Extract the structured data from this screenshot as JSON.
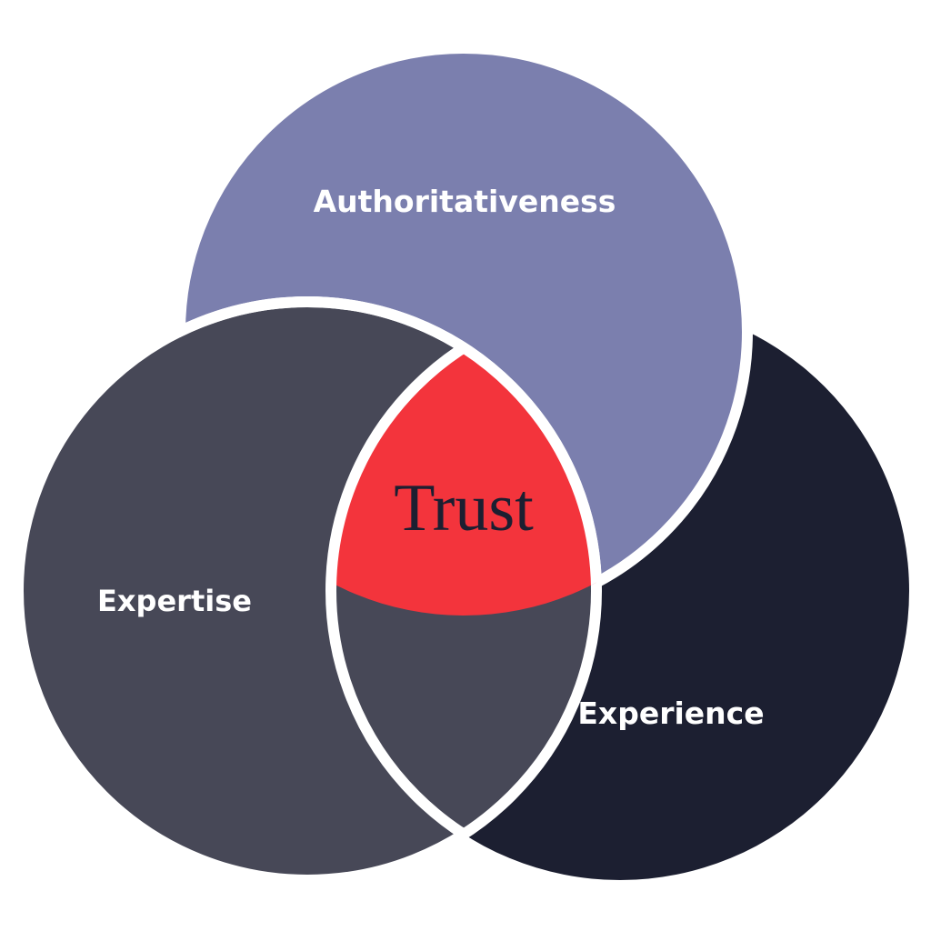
{
  "diagram": {
    "circles": [
      {
        "label": "Authoritativeness",
        "color": "#7b7fae"
      },
      {
        "label": "Expertise",
        "color": "#474857"
      },
      {
        "label": "Experience",
        "color": "#1c1f31"
      }
    ],
    "center": {
      "label": "Trust",
      "color": "#f3343c",
      "text_color": "#1c1f31"
    },
    "separator_color": "#ffffff"
  }
}
